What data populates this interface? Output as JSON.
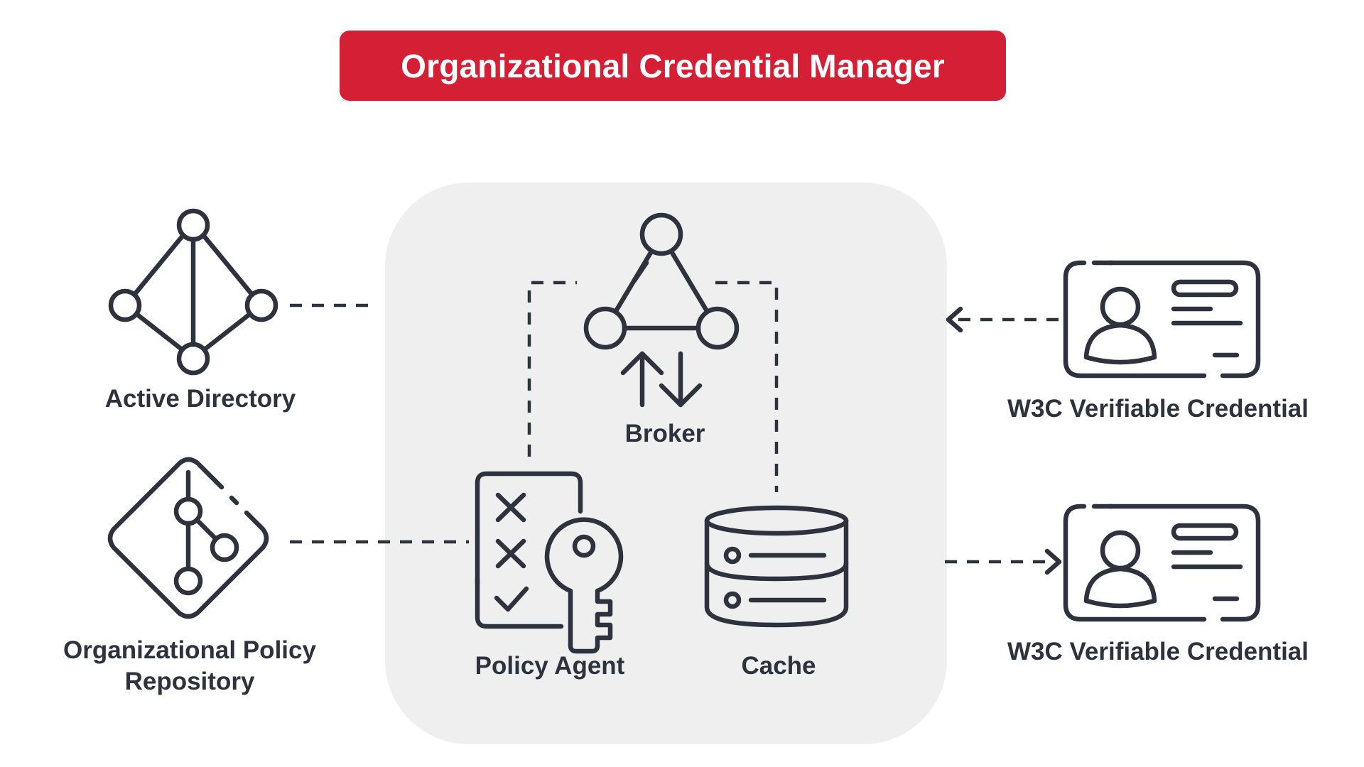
{
  "title": "Organizational Credential Manager",
  "nodes": {
    "active_directory": "Active Directory",
    "policy_repository_line1": "Organizational Policy",
    "policy_repository_line2": "Repository",
    "broker": "Broker",
    "policy_agent": "Policy Agent",
    "cache": "Cache",
    "credential_in": "W3C Verifiable Credential",
    "credential_out": "W3C Verifiable Credential"
  },
  "colors": {
    "banner": "#d41f35",
    "banner_text": "#ffffff",
    "panel": "#efefef",
    "ink": "#2e323c"
  },
  "icons": {
    "active_directory": "network-graph-icon",
    "policy_repository": "git-branch-diamond-icon",
    "broker": "triangle-network-icon",
    "broker_exchange": "up-down-arrows-icon",
    "policy_agent": "checklist-key-icon",
    "cache": "database-icon",
    "credential": "id-card-icon"
  }
}
